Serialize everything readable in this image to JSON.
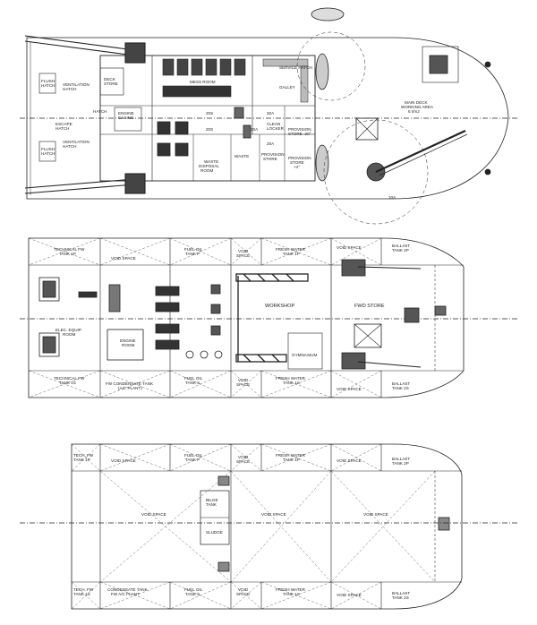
{
  "deck_upper": {
    "labels": {
      "flush_hatch_p": [
        "FLUSH",
        "HATCH"
      ],
      "flush_hatch_s": [
        "FLUSH",
        "HATCH"
      ],
      "vent_hatch_p": [
        "VENTILATION",
        "HATCH"
      ],
      "vent_hatch_s": [
        "VENTILATION",
        "HATCH"
      ],
      "escape_hatch": [
        "ESCAPE",
        "HATCH"
      ],
      "deck_store": [
        "DECK",
        "STORE"
      ],
      "hatch": "HATCH",
      "engine_casing": [
        "ENGINE",
        "CASING"
      ],
      "mess_room": "MESS ROOM",
      "galley": "GALLEY",
      "service_hatch": "SERVICE HATCH",
      "garbage_hold": "WASTE",
      "waste_disposal": [
        "WASTE",
        "DISPOSAL",
        "ROOM"
      ],
      "cleaning_locker": [
        "CLEAN",
        "LOCKER"
      ],
      "provision_store_a": [
        "PROVISION",
        "STORE -20°"
      ],
      "provision_store_b": [
        "PROVISION",
        "STORE"
      ],
      "provision_store_c": [
        "PROVISION",
        "STORE",
        "+4°"
      ],
      "main_deck": [
        "MAIN DECK",
        "WORKING AREA",
        "6 t/m2"
      ],
      "frame_marks": [
        "20S",
        "20S",
        "20A",
        "20A",
        "20A",
        "10A"
      ]
    }
  },
  "deck_middle": {
    "labels": {
      "tech_fw_p": [
        "TECHNICAL FW",
        "TANK 1P"
      ],
      "void_1": "VOID SPACE",
      "fuel_oil_p": [
        "FUEL OIL",
        "TANK P"
      ],
      "void_2": [
        "VOID",
        "SPACE"
      ],
      "fw_tank_p": [
        "FRESH WATER",
        "TANK 1P"
      ],
      "void_3": "VOID SPACE",
      "ballast_p": [
        "BALLAST",
        "TANK 2P"
      ],
      "workshop": "WORKSHOP",
      "fwd_store": "FWD STORE",
      "engine_room": [
        "ENGINE",
        "ROOM"
      ],
      "elec_room": [
        "ELEC. EQUIP.",
        "ROOM"
      ],
      "gymnasium": "GYMNASIUM",
      "tech_fw_s": [
        "TECHNICAL FW",
        "TANK 1S"
      ],
      "fw_cond": [
        "FW CONDENSATE TANK",
        "(A/C PLANT)"
      ],
      "fuel_oil_s": [
        "FUEL OIL",
        "TANK S"
      ],
      "void_4": [
        "VOID",
        "SPACE"
      ],
      "fw_tank_s": [
        "FRESH WATER",
        "TANK 1S"
      ],
      "void_5": "VOID SPACE",
      "ballast_s": [
        "BALLAST",
        "TANK 2S"
      ]
    }
  },
  "deck_lower": {
    "labels": {
      "tech_fw_p": [
        "TECH. FW",
        "TANK 1P"
      ],
      "void_1": "VOID SPACE",
      "fuel_oil_p": [
        "FUEL OIL",
        "TANK P"
      ],
      "void_2": [
        "VOID",
        "SPACE"
      ],
      "fw_tank_p": [
        "FRESH WATER",
        "TANK 1P"
      ],
      "void_3": "VOID SPACE",
      "ballast_p": [
        "BALLAST",
        "TANK 2P"
      ],
      "void_mid_a": "VOID SPACE",
      "void_mid_b": "VOID SPACE",
      "void_mid_c": "VOID SPACE",
      "bilge_tank": [
        "BILGE",
        "TANK"
      ],
      "sludge_tank": "SLUDGE",
      "tech_fw_s": [
        "TECH. FW",
        "TANK 1S"
      ],
      "cond_tank": [
        "CONDENSATE TANK",
        "FW A/C PLANT"
      ],
      "fuel_oil_s": [
        "FUEL OIL",
        "TANK S"
      ],
      "void_4": [
        "VOID",
        "SPACE"
      ],
      "fw_tank_s": [
        "FRESH WATER",
        "TANK 1S"
      ],
      "void_5": "VOID SPACE",
      "ballast_s": [
        "BALLAST",
        "TANK 2S"
      ]
    }
  }
}
